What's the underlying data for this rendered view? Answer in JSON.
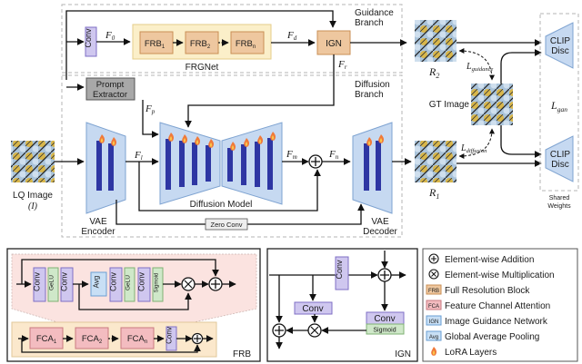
{
  "branches": {
    "guidance": [
      "Guidance",
      "Branch"
    ],
    "diffusion": [
      "Diffusion",
      "Branch"
    ]
  },
  "top": {
    "conv": "Conv",
    "f0": "F",
    "f0_sub": "0",
    "frb1": "FRB",
    "frb1_sub": "1",
    "frb2": "FRB",
    "frb2_sub": "2",
    "frbn": "FRB",
    "frbn_sub": "n",
    "frgnet": "FRGNet",
    "fd": "F",
    "fd_sub": "d",
    "ign": "IGN",
    "fr": "F",
    "fr_sub": "r"
  },
  "diffusion": {
    "prompt": [
      "Prompt",
      "Extractor"
    ],
    "fp": "F",
    "fp_sub": "p",
    "fl": "F",
    "fl_sub": "l",
    "fm": "F",
    "fm_sub": "m",
    "fn": "F",
    "fn_sub": "n",
    "model": "Diffusion Model",
    "encoder": [
      "VAE",
      "Encoder"
    ],
    "decoder": [
      "VAE",
      "Decoder"
    ],
    "zero_conv": "Zero Conv",
    "lq_image": [
      "LQ Image",
      "(I)"
    ]
  },
  "right": {
    "r2": "R",
    "r2_sub": "2",
    "r1": "R",
    "r1_sub": "1",
    "gt": "GT Image",
    "l_guidance": "L",
    "l_guidance_sub": "guidance",
    "l_diffusion": "L",
    "l_diffusion_sub": "diffusion",
    "l_gan": "L",
    "l_gan_sub": "gan",
    "clip_top": [
      "CLIP",
      "Disc"
    ],
    "clip_bottom": [
      "CLIP",
      "Disc"
    ],
    "shared": [
      "Shared",
      "Weights"
    ]
  },
  "frb_panel": {
    "conv": "Conv",
    "gelu": "GeLU",
    "avg": "Avg",
    "sigmoid": "Sigmoid",
    "fca1": "FCA",
    "fca1_sub": "1",
    "fca2": "FCA",
    "fca2_sub": "2",
    "fcan": "FCA",
    "fcan_sub": "n",
    "label": "FRB"
  },
  "ign_panel": {
    "conv": "Conv",
    "sigmoid": "Sigmoid",
    "label": "IGN"
  },
  "legend": [
    {
      "icon": "plus",
      "label": "Element-wise Addition"
    },
    {
      "icon": "times",
      "label": "Element-wise Multiplication"
    },
    {
      "icon": "FRB",
      "label": "Full Resolution Block"
    },
    {
      "icon": "FCA",
      "label": "Feature Channel Attention"
    },
    {
      "icon": "IGN",
      "label": "Image Guidance Network"
    },
    {
      "icon": "Avg",
      "label": "Global Average Pooling"
    },
    {
      "icon": "fire",
      "label": "LoRA Layers"
    }
  ]
}
